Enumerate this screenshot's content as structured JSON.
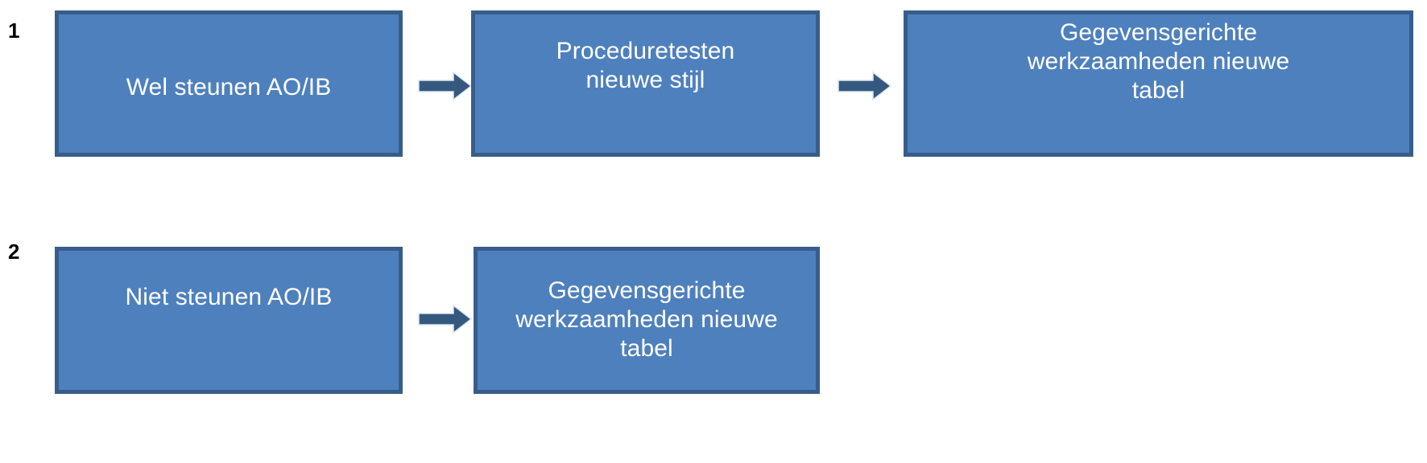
{
  "diagram": {
    "background_color": "#FFFFFF",
    "node_fill_color": "#4E80BD",
    "node_border_color": "#385D8A",
    "arrow_color": "#35587E",
    "node_text_color": "#FFFFFF",
    "label_text_color": "#000000",
    "rows": [
      {
        "label": "1",
        "nodes": [
          {
            "text": "Wel steunen AO/IB"
          },
          {
            "text": "Proceduretesten\nnieuwe stijl"
          },
          {
            "text": "Gegevensgerichte\nwerkzaamheden nieuwe\ntabel"
          }
        ],
        "connectors": [
          {
            "name": "arrow-right"
          },
          {
            "name": "arrow-right"
          }
        ]
      },
      {
        "label": "2",
        "nodes": [
          {
            "text": "Niet steunen AO/IB"
          },
          {
            "text": "Gegevensgerichte\nwerkzaamheden nieuwe\ntabel"
          }
        ],
        "connectors": [
          {
            "name": "arrow-right"
          }
        ]
      }
    ]
  }
}
